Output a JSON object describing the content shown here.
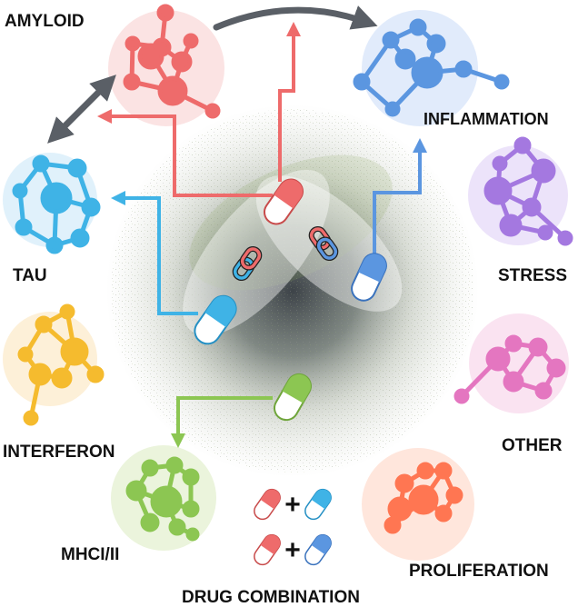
{
  "labels": {
    "amyloid": "AMYLOID",
    "inflammation": "INFLAMMATION",
    "tau": "TAU",
    "stress": "STRESS",
    "interferon": "INTERFERON",
    "other": "OTHER",
    "mhc": "MHCI/II",
    "proliferation": "PROLIFERATION",
    "drug_combination": "DRUG COMBINATION"
  },
  "colors": {
    "amyloid": "#ee6b6b",
    "inflammation": "#5b96e0",
    "tau": "#3fb3e6",
    "stress": "#a478e0",
    "interferon": "#f5bb2e",
    "other": "#e476c0",
    "mhc": "#8cc652",
    "proliferation": "#ff7652",
    "arrow_gray": "#5a5f66"
  },
  "combination_symbol": "+"
}
